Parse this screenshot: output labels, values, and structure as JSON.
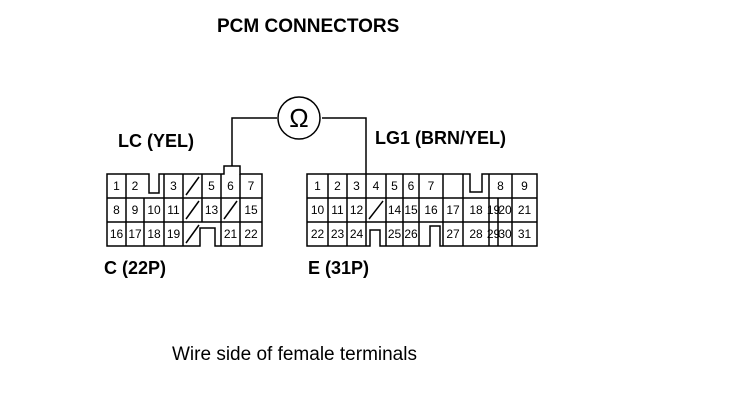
{
  "title": "PCM CONNECTORS",
  "ohmmeter_symbol": "Ω",
  "connector_c": {
    "wire_label": "LC (YEL)",
    "name": "C (22P)",
    "pin_rows": [
      [
        "1",
        "2",
        "",
        "3",
        "/",
        "5",
        "6",
        "7"
      ],
      [
        "8",
        "9",
        "10",
        "11",
        "/",
        "13",
        "/",
        "15"
      ],
      [
        "16",
        "17",
        "18",
        "19",
        "/",
        "",
        "21",
        "22"
      ]
    ]
  },
  "connector_e": {
    "wire_label": "LG1 (BRN/YEL)",
    "name": "E (31P)",
    "pin_rows": [
      [
        "1",
        "2",
        "3",
        "4",
        "5",
        "6",
        "7",
        "",
        "8",
        "9"
      ],
      [
        "10",
        "11",
        "12",
        "/",
        "14",
        "15",
        "16",
        "17",
        "18",
        "19",
        "20",
        "21"
      ],
      [
        "22",
        "23",
        "24",
        "",
        "25",
        "26",
        "",
        "27",
        "28",
        "29",
        "30",
        "31"
      ]
    ]
  },
  "footnote": "Wire side of female terminals"
}
